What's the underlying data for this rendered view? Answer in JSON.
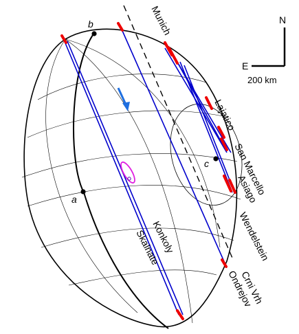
{
  "figure": {
    "point_labels": {
      "a": "a",
      "b": "b",
      "c": "c"
    },
    "compass": {
      "north": "N",
      "east": "E"
    },
    "scale_bar": {
      "label": "200 km"
    },
    "observers": {
      "munich": "Munich",
      "lajatico": "Lajatico",
      "san_marcello": "San Marcello",
      "asiago": "Asiago",
      "wendelstein": "Wendelstein",
      "crni_vrh": "Crni Vrh",
      "ondrejov": "Ondrejov",
      "konkoly": "Konkoly",
      "skalnate": "Skalnate"
    },
    "colors": {
      "chord_positive": "#0000cc",
      "chord_error": "#ee0000",
      "motion_arrow": "#1f6fe0",
      "error_ellipse": "#e020e0",
      "outline": "#000000"
    }
  }
}
